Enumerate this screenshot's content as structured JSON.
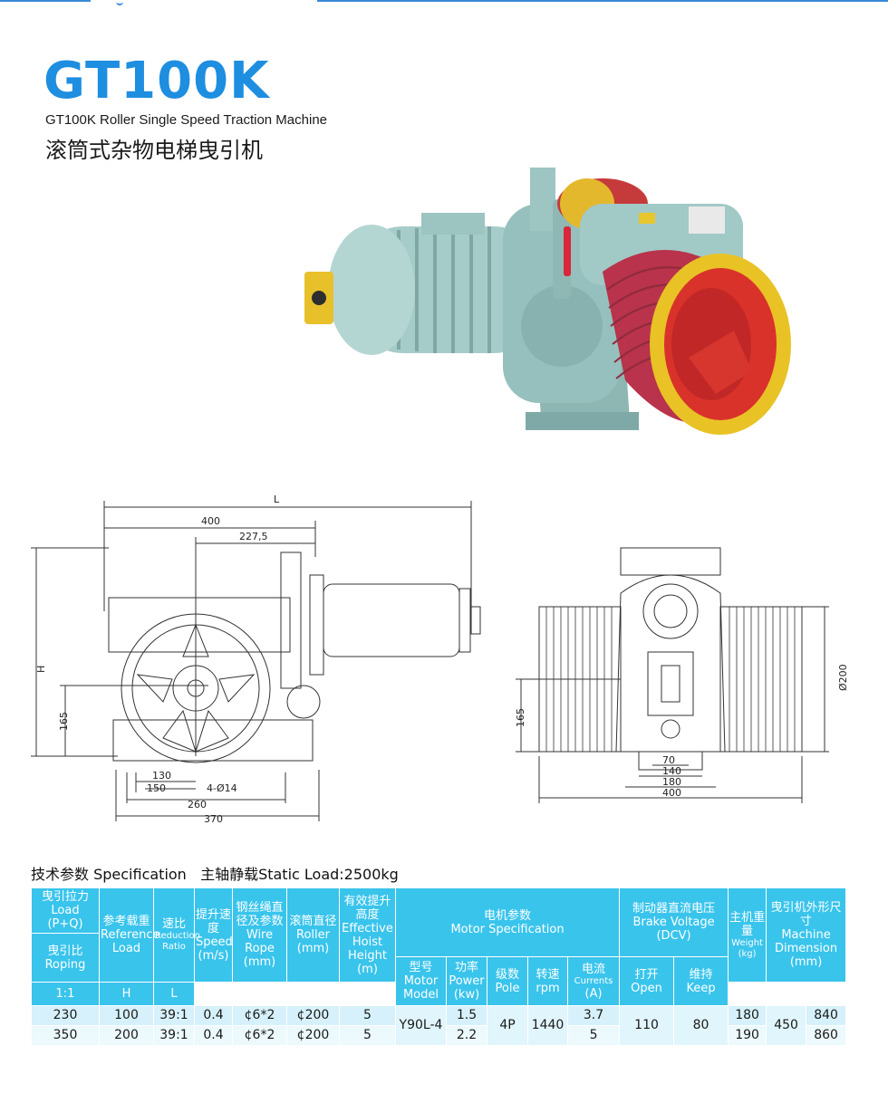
{
  "title": "GT100K",
  "subtitle_en": "GT100K Roller Single Speed Traction Machine",
  "subtitle_cn": "滚筒式杂物电梯曳引机",
  "drawing_side": {
    "dim_L": "L",
    "dim_400": "400",
    "dim_227": "227,5",
    "dim_H": "H",
    "dim_165": "165",
    "dim_130": "130",
    "dim_150": "150",
    "dim_hole": "4-Ø14",
    "dim_260": "260",
    "dim_370": "370"
  },
  "drawing_front": {
    "dim_200": "Ø200",
    "dim_165": "165",
    "dim_70": "70",
    "dim_140": "140",
    "dim_180": "180",
    "dim_400": "400"
  },
  "spec_heading": "技术参数 Specification   主轴静载Static Load:2500kg",
  "table": {
    "h_load_cn": "曳引拉力",
    "h_load_en": "Load",
    "h_load_pq": "(P+Q)",
    "h_roping_cn": "曳引比",
    "h_roping_en": "Roping",
    "h_roping_val": "1:1",
    "h_ref_cn": "参考载重",
    "h_ref_en": "Reference Load",
    "h_ratio_cn": "速比",
    "h_ratio_en": "Reduction Ratio",
    "h_speed_cn": "提升速度",
    "h_speed_en": "Speed",
    "h_speed_unit": "(m/s)",
    "h_rope_cn": "钢丝绳直径及参数",
    "h_rope_en": "Wire Rope",
    "h_rope_unit": "(mm)",
    "h_roller_cn": "滚筒直径",
    "h_roller_en": "Roller",
    "h_roller_unit": "(mm)",
    "h_height_cn": "有效提升高度",
    "h_height_en": "Effective Hoist Height",
    "h_height_unit": "(m)",
    "h_motor_cn": "电机参数",
    "h_motor_en": "Motor Specification",
    "h_model_cn": "型号",
    "h_model_en": "Motor Model",
    "h_power_cn": "功率",
    "h_power_en": "Power",
    "h_power_unit": "(kw)",
    "h_pole_cn": "级数",
    "h_pole_en": "Pole",
    "h_rpm_cn": "转速",
    "h_rpm_en": "rpm",
    "h_current_cn": "电流",
    "h_current_en": "Currents",
    "h_current_unit": "(A)",
    "h_brake_cn": "制动器直流电压",
    "h_brake_en": "Brake Voltage",
    "h_brake_unit": "(DCV)",
    "h_open_cn": "打开",
    "h_open_en": "Open",
    "h_keep_cn": "维持",
    "h_keep_en": "Keep",
    "h_weight_cn": "主机重量",
    "h_weight_en": "Weight",
    "h_weight_unit": "(kg)",
    "h_dim_cn": "曳引机外形尺寸",
    "h_dim_en": "Machine Dimension",
    "h_dim_unit": "(mm)",
    "h_H": "H",
    "h_L": "L",
    "rows": [
      {
        "load": "230",
        "ref": "100",
        "ratio": "39:1",
        "speed": "0.4",
        "rope": "¢6*2",
        "roller": "¢200",
        "height": "5",
        "power": "1.5",
        "current": "3.7",
        "weight": "180",
        "L": "840"
      },
      {
        "load": "350",
        "ref": "200",
        "ratio": "39:1",
        "speed": "0.4",
        "rope": "¢6*2",
        "roller": "¢200",
        "height": "5",
        "power": "2.2",
        "current": "5",
        "weight": "190",
        "L": "860"
      }
    ],
    "merged": {
      "model": "Y90L-4",
      "pole": "4P",
      "rpm": "1440",
      "open": "110",
      "keep": "80",
      "H": "450"
    }
  }
}
